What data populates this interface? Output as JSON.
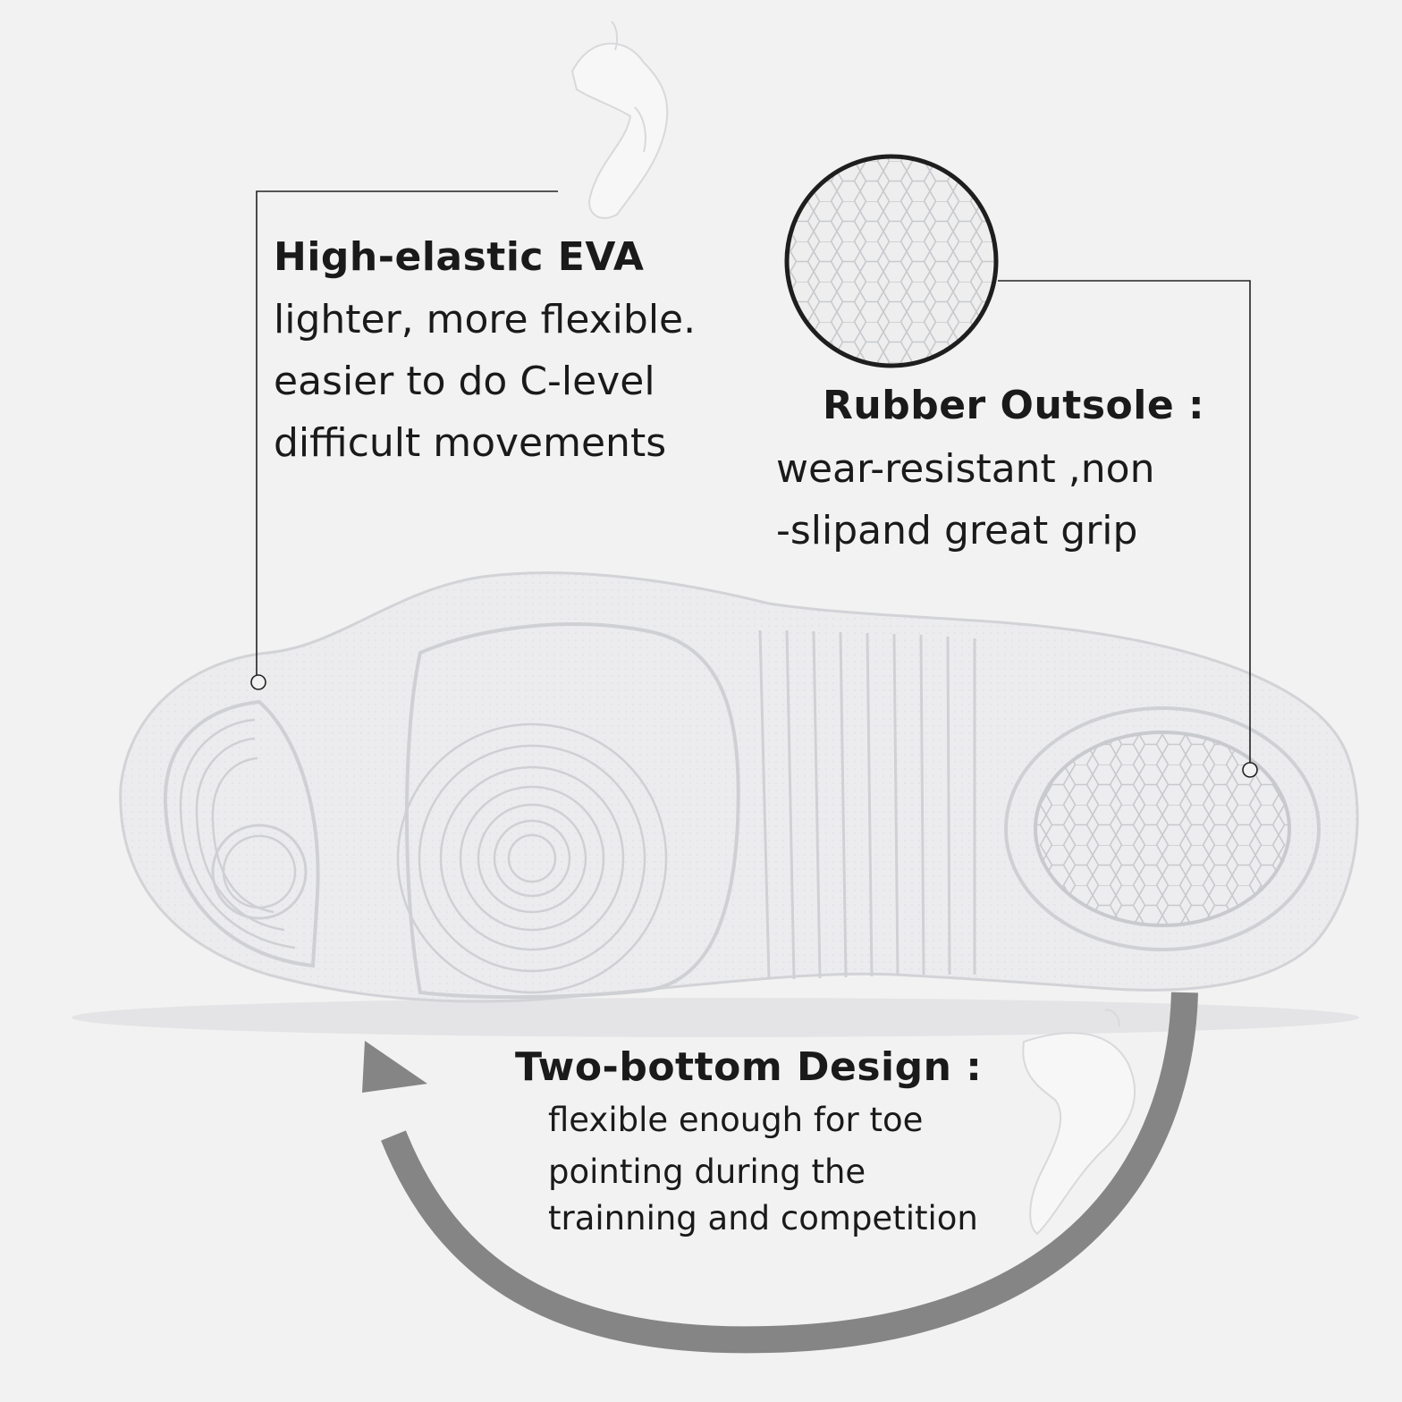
{
  "eva_callout": {
    "title": "High-elastic EVA",
    "lines": [
      "lighter, more flexible.",
      "easier to do C-level",
      "difficult movements"
    ]
  },
  "rubber_callout": {
    "title": "Rubber Outsole :",
    "lines": [
      "wear-resistant ,non",
      "-slipand great grip"
    ]
  },
  "two_bottom_callout": {
    "title": "Two-bottom Design :",
    "lines": [
      "flexible enough for toe",
      "pointing during the",
      "trainning and competition"
    ]
  },
  "colors": {
    "background": "#f2f2f2",
    "sole": "#ececee",
    "sole_lines": "#cfd0d3",
    "leader_line": "#222222",
    "arrow": "#858585",
    "text": "#1a1a1a"
  },
  "icons": {
    "flex_shoe_top": "bent-shoe-icon",
    "flex_shoe_bottom": "bent-shoe-icon",
    "magnifier": "honeycomb-texture-icon",
    "arrow": "curved-arrow-icon"
  }
}
